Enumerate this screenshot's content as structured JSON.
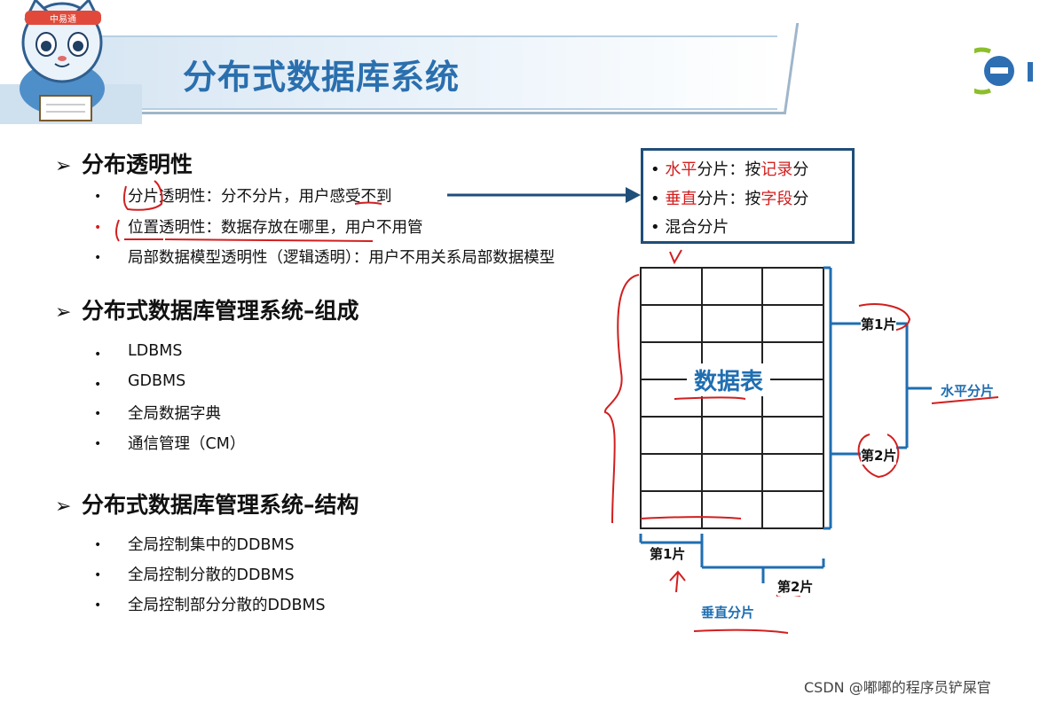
{
  "header": {
    "title": "分布式数据库系统",
    "mascot_badge": "中易通"
  },
  "sections": [
    {
      "heading": "分布透明性",
      "items": [
        {
          "em": "分片",
          "rest": "透明性：分不分片，用户感受不到"
        },
        {
          "em": "位置",
          "rest": "透明性：数据存放在哪里，用户不用管"
        },
        {
          "em": "",
          "rest": "局部数据模型透明性（逻辑透明）：用户不用关系局部数据模型"
        }
      ]
    },
    {
      "heading": "分布式数据库管理系统–组成",
      "items": [
        "LDBMS",
        "GDBMS",
        "全局数据字典",
        "通信管理（CM）"
      ]
    },
    {
      "heading": "分布式数据库管理系统–结构",
      "items": [
        "全局控制集中的DDBMS",
        "全局控制分散的DDBMS",
        "全局控制部分分散的DDBMS"
      ]
    }
  ],
  "fragment_box": {
    "lines": [
      {
        "a": "水平",
        "b": "分片：按",
        "c": "记录",
        "d": "分"
      },
      {
        "a": "垂直",
        "b": "分片：按",
        "c": "字段",
        "d": "分"
      },
      {
        "a": "",
        "b": "混合分片",
        "c": "",
        "d": ""
      }
    ]
  },
  "table_diagram": {
    "center_label": "数据表",
    "rows": 7,
    "cols": 3,
    "horizontal": {
      "piece1": "第1片",
      "piece2": "第2片",
      "label": "水平分片"
    },
    "vertical": {
      "piece1": "第1片",
      "piece2": "第2片",
      "label": "垂直分片"
    }
  },
  "footer": {
    "watermark": "CSDN @嘟嘟的程序员铲屎官"
  },
  "colors": {
    "title_blue": "#2a6fae",
    "diagram_blue": "#1f6eb1",
    "annotation_red": "#d21f1f",
    "box_border": "#1f4e79"
  }
}
